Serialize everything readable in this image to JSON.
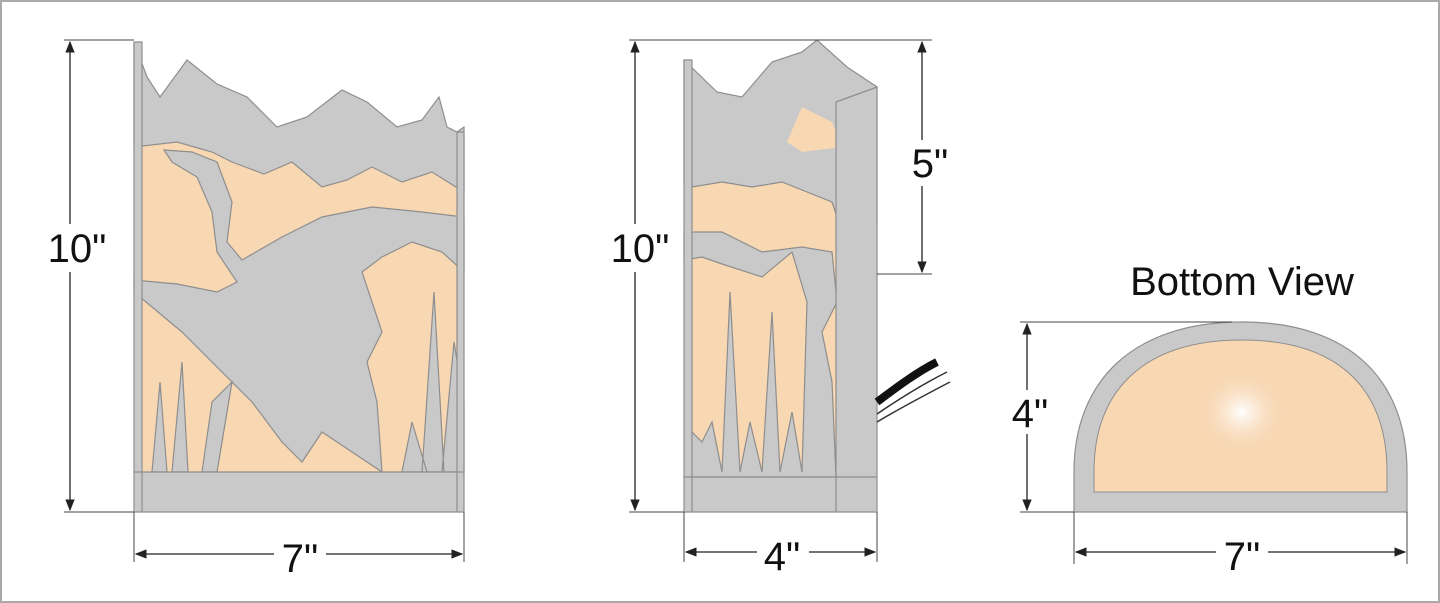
{
  "front_view": {
    "height_label": "10\"",
    "width_label": "7\""
  },
  "side_view": {
    "height_label": "10\"",
    "upper_label": "5\"",
    "width_label": "4\""
  },
  "bottom_view": {
    "title": "Bottom View",
    "depth_label": "4\"",
    "width_label": "7\""
  },
  "colors": {
    "metal": "#c9c9c9",
    "shade": "#f8d7b3",
    "outline": "#8e8e8e"
  }
}
